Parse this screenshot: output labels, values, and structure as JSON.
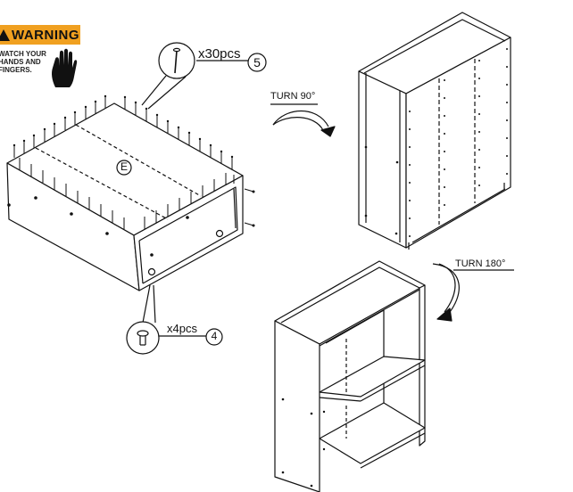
{
  "warning": {
    "title": "WARNING",
    "lines": [
      "WATCH YOUR",
      "HANDS AND",
      "FINGERS."
    ]
  },
  "callouts": {
    "nail": {
      "quantity": "x30pcs",
      "part_number": "5"
    },
    "cam": {
      "quantity": "x4pcs",
      "part_number": "4"
    }
  },
  "panel_label": "E",
  "steps": {
    "turn_1": "TURN 90°",
    "turn_2": "TURN 180°"
  },
  "icons": [
    "warning-triangle-icon",
    "hand-stop-icon",
    "nail-icon",
    "cam-lock-icon",
    "rotate-arrow-icon"
  ]
}
